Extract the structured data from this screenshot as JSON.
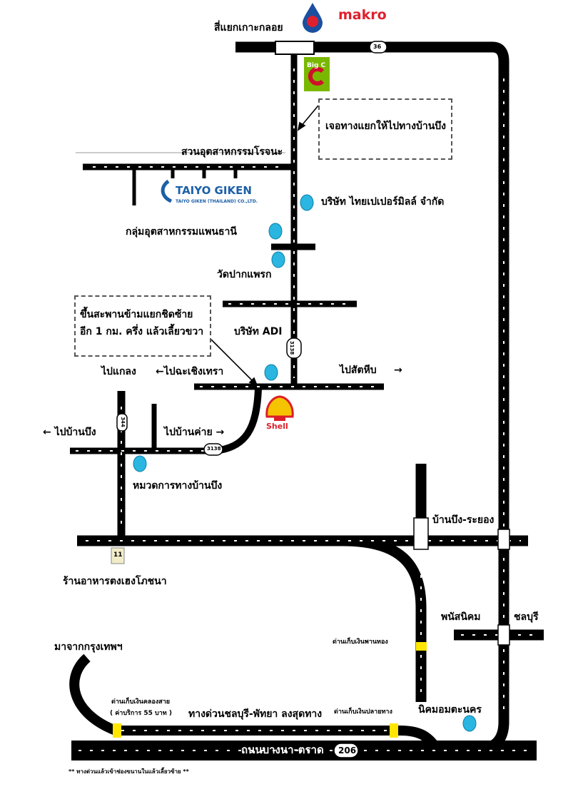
{
  "labels": {
    "koh_loi": "สี่แยกเกาะกลอย",
    "rojana": "สวนอุตสาหกรรมโรจนะ",
    "thai_paper": "บริษัท ไทยเปเปอร์มิลล์ จำกัด",
    "phanthanee": "กลุ่มอุตสาหกรรมแพนธานี",
    "wat_pak_praek": "วัดปากแพรก",
    "adi": "บริษัท ADI",
    "to_klaeng": "ไปแกลง",
    "to_chachoengsao": "←ไปฉะเชิงเทรา",
    "to_sattahip": "ไปสัตหีบ",
    "to_sattahip_arrow": "→",
    "to_ban_bueng": "← ไปบ้านบึง",
    "to_ban_khai": "ไปบ้านค่าย →",
    "highway_dept": "หมวดการทางบ้านบึง",
    "ban_bueng_rayong": "บ้านบึง-ระยอง",
    "restaurant": "ร้านอาหารตงเฮงโภชนา",
    "phanat_nikhom": "พนัสนิคม",
    "chonburi": "ชลบุรี",
    "from_bangkok": "มาจากกรุงเทพฯ",
    "toll_klong_sai": "ด่านเก็บเงินคลองสาย",
    "toll_fee": "( ค่าบริการ 55 บาท )",
    "motorway": "ทางด่วนชลบุรี-พัทยา ลงสุดทาง",
    "toll_plai_rayong": "ด่านเก็บเงินปลายทาง",
    "toll_phan_thong": "ด่านเก็บเงินพานทอง",
    "amata": "นิคมอมตะนคร",
    "bangna_trat": "ถนนบางนา-ตราด",
    "footnote": "** ทางด่วนแล้วเข้าช่องขนานในแล้วเลี้ยวซ้าย **"
  },
  "notes": {
    "note_top": "เจอทางแยกให้ไปทางบ้านบึง",
    "note_left_line1": "ขึ้นสะพานข้ามแยกชิดซ้าย",
    "note_left_line2": "อีก 1 กม. ครึ่ง แล้วเลี้ยวขวา"
  },
  "brands": {
    "makro": "makro",
    "bigc": "Big C",
    "taiyo": "TAIYO GIKEN",
    "taiyo_sub": "TAIYO GIKEN (THAILAND) CO.,LTD.",
    "shell": "Shell"
  },
  "route_numbers": {
    "r36": "36",
    "r3138_a": "3138",
    "r3138_b": "3138",
    "r344": "344",
    "r206": "206",
    "r11": "11"
  },
  "colors": {
    "road": "#000000",
    "toll_gate": "#ffe600",
    "landmark_marker": "#2ab6e0",
    "makro": "#e0202e",
    "bigc_green": "#7ab800",
    "bigc_red": "#d0102a",
    "shell_yellow": "#f5c400",
    "shell_red": "#dc1e28",
    "taiyo_blue": "#1b5fa8"
  }
}
